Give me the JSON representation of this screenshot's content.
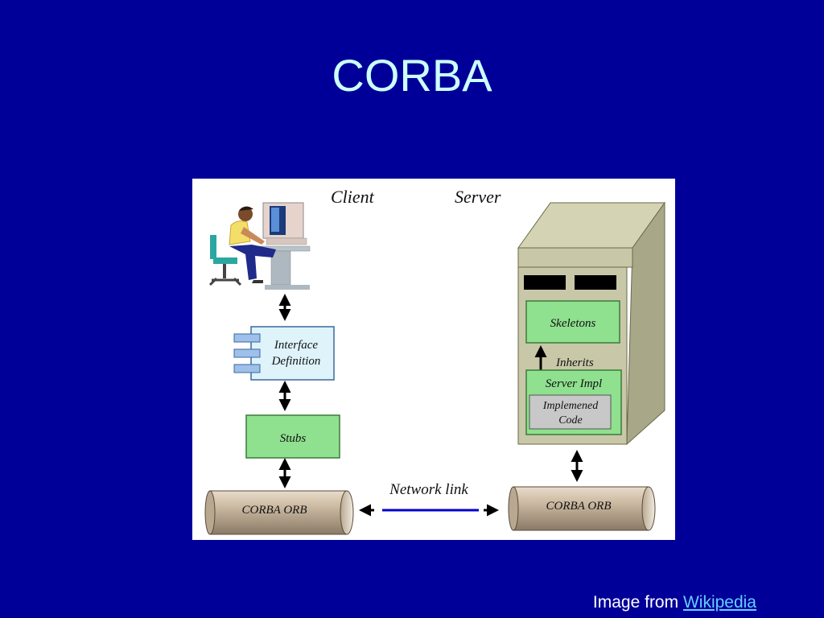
{
  "slide": {
    "title": "CORBA"
  },
  "diagram": {
    "client_label": "Client",
    "server_label": "Server",
    "interface_line1": "Interface",
    "interface_line2": "Definition",
    "stubs_label": "Stubs",
    "client_orb_label": "CORBA ORB",
    "server_orb_label": "CORBA ORB",
    "network_label": "Network link",
    "skeletons_label": "Skeletons",
    "inherits_label": "Inherits",
    "server_impl_label": "Server Impl",
    "implemented_line1": "Implemened",
    "implemented_line2": "Code"
  },
  "caption": {
    "prefix": "Image from ",
    "link_text": "Wikipedia"
  },
  "colors": {
    "background": "#000099",
    "title": "#ccffff",
    "link": "#66ccff",
    "green_box": "#8fe08f",
    "interface_box": "#dff3fb",
    "server_tower": "#c8c8a8"
  }
}
